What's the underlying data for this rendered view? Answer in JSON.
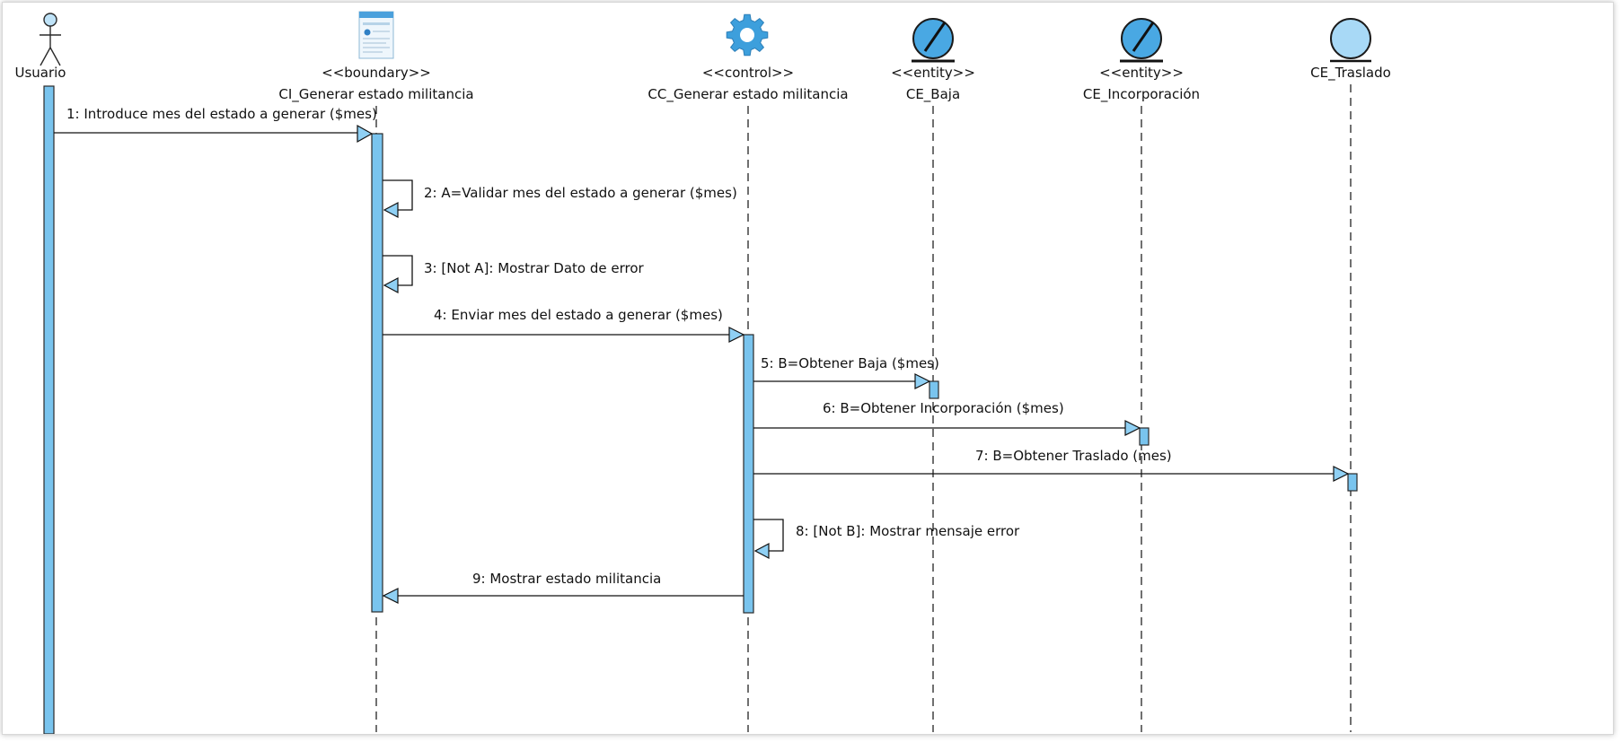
{
  "diagram": {
    "participants": [
      {
        "id": "usuario",
        "stereotype": "",
        "name": "Usuario",
        "kind": "actor"
      },
      {
        "id": "ci",
        "stereotype": "<<boundary>>",
        "name": "CI_Generar estado militancia",
        "kind": "boundary"
      },
      {
        "id": "cc",
        "stereotype": "<<control>>",
        "name": "CC_Generar estado militancia",
        "kind": "control"
      },
      {
        "id": "ce_baja",
        "stereotype": "<<entity>>",
        "name": "CE_Baja",
        "kind": "entity"
      },
      {
        "id": "ce_incorporacion",
        "stereotype": "<<entity>>",
        "name": "CE_Incorporación",
        "kind": "entity"
      },
      {
        "id": "ce_traslado",
        "stereotype": "",
        "name": "CE_Traslado",
        "kind": "entity"
      }
    ],
    "messages": [
      {
        "n": 1,
        "from": "usuario",
        "to": "ci",
        "text": "1: Introduce mes del estado a generar ($mes)",
        "self": false
      },
      {
        "n": 2,
        "from": "ci",
        "to": "ci",
        "text": "2: A=Validar mes del estado a generar ($mes)",
        "self": true
      },
      {
        "n": 3,
        "from": "ci",
        "to": "ci",
        "text": "3: [Not A]: Mostrar Dato de error",
        "self": true
      },
      {
        "n": 4,
        "from": "ci",
        "to": "cc",
        "text": "4: Enviar mes del estado a generar ($mes)",
        "self": false
      },
      {
        "n": 5,
        "from": "cc",
        "to": "ce_baja",
        "text": "5: B=Obtener Baja ($mes)",
        "self": false
      },
      {
        "n": 6,
        "from": "cc",
        "to": "ce_incorporacion",
        "text": "6: B=Obtener Incorporación ($mes)",
        "self": false
      },
      {
        "n": 7,
        "from": "cc",
        "to": "ce_traslado",
        "text": "7: B=Obtener Traslado (mes)",
        "self": false
      },
      {
        "n": 8,
        "from": "cc",
        "to": "cc",
        "text": "8: [Not B]: Mostrar mensaje error",
        "self": true
      },
      {
        "n": 9,
        "from": "cc",
        "to": "ci",
        "text": "9: Mostrar estado militancia",
        "self": false
      }
    ],
    "colors": {
      "activation_fill": "#79c4ee",
      "activation_stroke": "#2a2a2a",
      "arrowhead_fill": "#8fd0f4",
      "entity_fill": "#49a8e3",
      "entity_plain_fill": "#a8d9f6",
      "control_fill": "#3d9fdc",
      "line": "#111111"
    }
  }
}
